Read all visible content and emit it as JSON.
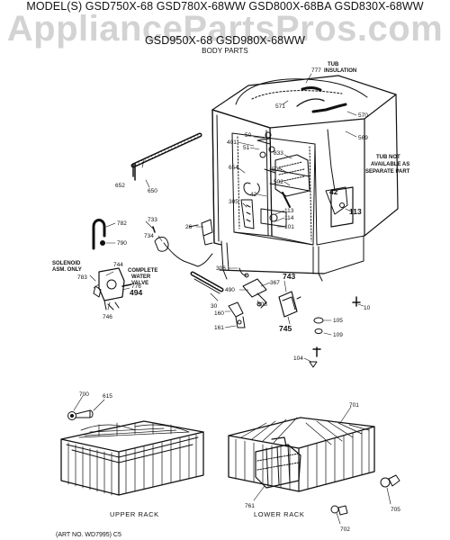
{
  "header": {
    "model_line_1": "MODEL(S) GSD750X-68 GSD780X-68WW GSD800X-68BA GSD830X-68WW",
    "model_line_2": "GSD950X-68 GSD980X-68WW",
    "section": "BODY PARTS",
    "watermark": "AppliancePartsPros.com"
  },
  "callouts": {
    "c777": "777",
    "c571": "571",
    "c570": "570",
    "c569": "569",
    "c50": "50",
    "c401": "401",
    "c51": "51",
    "c833": "833",
    "c654": "654",
    "c506": "506",
    "c502": "502",
    "c42a": "42",
    "c305": "305",
    "c113a": "113",
    "c114": "114",
    "c101": "101",
    "c42b": "42",
    "c113b": "113",
    "c652": "652",
    "c650": "650",
    "c782": "782",
    "c790": "790",
    "c733": "733",
    "c26": "26",
    "c734": "734",
    "c744": "744",
    "c783": "783",
    "c776": "776",
    "c494": "494",
    "c746": "746",
    "c306": "306",
    "c367": "367",
    "c743": "743",
    "c490": "490",
    "c308": "308",
    "c30": "30",
    "c160": "160",
    "c745": "745",
    "c161": "161",
    "c10": "10",
    "c105": "105",
    "c109": "109",
    "c104": "104",
    "c700": "700",
    "c615": "615",
    "c701": "701",
    "c761": "761",
    "c705": "705",
    "c702": "702"
  },
  "notes": {
    "tub_insulation_1": "TUB",
    "tub_insulation_2": "INSULATION",
    "tub_na_1": "TUB NOT",
    "tub_na_2": "AVAILABLE AS",
    "tub_na_3": "SEPARATE PART",
    "solenoid_1": "SOLENOID",
    "solenoid_2": "ASM. ONLY",
    "complete_1": "COMPLETE",
    "complete_2": "WATER",
    "complete_3": "VALVE"
  },
  "captions": {
    "upper_rack": "UPPER RACK",
    "lower_rack": "LOWER RACK",
    "art_no": "(ART NO. WD7995) C5"
  }
}
